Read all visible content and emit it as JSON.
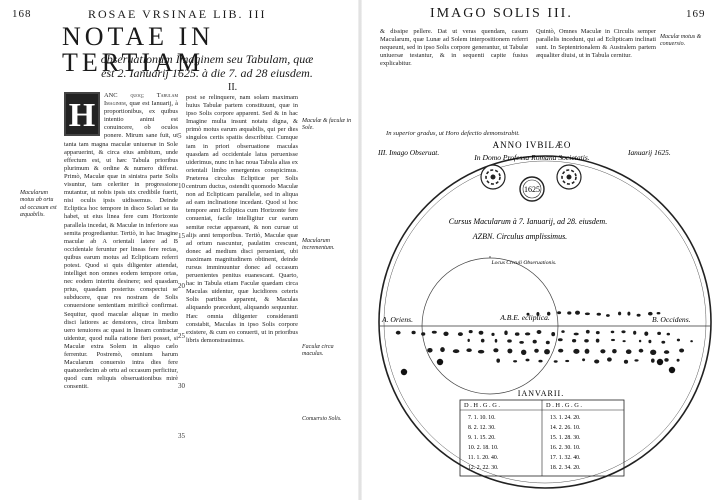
{
  "left": {
    "page_number": "168",
    "running_head": "ROSAE VRSINAE LIB. III",
    "title": "NOTAE IN TERTIAM",
    "subtitle_1": "obseruationum Imaginem seu Tabulam, quæ",
    "subtitle_2": "est 2. Ianuarij 1625. à die 7. ad 28 eiusdem.",
    "section_num": "II.",
    "drop_cap": "H",
    "first_words": "ANC quoq; Tabulam Imaginem,",
    "col1_text": "quæ est Ianuarij, à proportionibus, ex quibus intentio animi est conuincere, ob oculos ponere. Mirum sane fuit, ut tanta tam magna maculæ uniuersæ in Sole apparuerint, & circa eius ambitum, unde effectum est, ut hæc Tabula prioribus plurimum & ordine & numero differat. Primò, Maculæ quæ in sinistra parte Solis visuntur, tam celeriter in progressione mutantur, ut nobis ipsis uix credibile fuerit, nisi oculis ipsis uidissemus. Deinde Ecliptica hoc tempore in disco Solari se ita habet, ut eius linea fere cum Horizonte parallela incedat, & Maculæ in inferiore sua semita progrediantur. Tertiò, in hac Imagine maculæ ab A orientali latere ad B occidentale feruntur per lineas fere rectas, quibus earum motus ad Eclipticam referri potest. Quod si quis diligenter attendat, intelliget non omnes eodem tempore ortas, nec eodem interitu desinere; sed quasdam prius, quasdam posterius conspectui se subducere, quæ res nostram de Solis conuersione sententiam mirificè confirmat. Sequitur, quod maculæ aliquæ in medio disci latiores ac densiores, circa limbum uero tenuiores ac quasi in lineam contractæ uidentur, quod nulla ratione fieri posset, si Maculæ extra Solem in aliquo cælo ferrentur. Postremò, omnium harum Macularum conuersio intra dies fere quatuordecim ab ortu ad occasum perficitur, quod cum reliquis obseruationibus mirè consentit.",
    "col2_text": "post se relinquere, nam solam maximam huius Tabulæ partem constituunt, quæ in ipso Solis corpore apparent. Sed & in hac Imagine multa insunt notatu digna, & primò motus earum æquabilis, qui per dies singulos certis spatiis describitur. Cumque iam in priori obseruatione maculas quasdam ad occidentale latus peruenisse uiderimus, nunc in hac noua Tabula alias ex orientali limbo emergentes conspicimus. Præterea circulus Eclipticæ per Solis centrum ductus, ostendit quomodo Maculæ non ad Eclipticam parallelæ, sed in aliqua ad eam inclinatione incedant. Quod si hoc tempore anni Ecliptica cum Horizonte fere conueniat, facile intelligitur cur earum semitæ rectæ appareant, & non curuæ ut alijs anni temporibus. Tertiò, Maculæ quæ ad ortum nascuntur, paulatim crescunt, donec ad medium disci perueniant, ubi maximam magnitudinem obtinent, deinde rursus imminuuntur donec ad occasum peruenientes penitus euanescant. Quarto, hac in Tabula etiam Faculæ quædam circa Maculas uidentur, quæ lucidiores ceteris Solis partibus apparent, & Maculas aliquando præcedunt, aliquando sequuntur. Hæc omnia diligenter consideranti constabit, Maculas in ipso Solis corpore existere, & cum eo conuerti, ut in prioribus libris demonstrauimus.",
    "margin_left_1": "Macularum motus ab ortu ad occasum est æquabilis.",
    "margin_right_1": "Maculæ & faculæ in Sole.",
    "margin_right_2": "Macularum incrementum.",
    "margin_right_3": "Faculæ circa maculas.",
    "margin_right_4": "Conuersio Solis.",
    "line_numbers": [
      "5",
      "10",
      "15",
      "20",
      "25",
      "30",
      "35"
    ]
  },
  "right": {
    "running_head": "IMAGO SOLIS III.",
    "page_number": "169",
    "col1_text": "& dissipe pellere. Dat ut veras quendam, casum Macularum, quæ Lunæ ad Solem interpositionem referri nequeunt, sed in ipso Solis corpore generantur, ut Tabulæ uniuersæ testantur, & in sequenti capite fusius explicabitur.",
    "col2_text": "Quintò, Omnes Maculæ in Circulis semper parallelis incedunt, qui ad Eclipticam inclinati sunt. In Septentrionalem & Australem partem æqualiter diuisi, ut in Tabula cernitur.",
    "bottom_line": "In superior gradus, ut Horo defectio demonstrabit.",
    "margin_note": "Maculæ motus & conuersio.",
    "fig_label_left": "III. Imago Obseruat.",
    "fig_label_right": "Ianuarij 1625.",
    "fig_title_1": "ANNO IVBILÆO",
    "fig_title_2": "In Domo Professa Romana Societatis.",
    "fig_seal_year": "1625",
    "fig_sub_1": "Cursus Macularum à 7. Ianuarij, ad 28. eiusdem.",
    "fig_sub_2": "AZBN. Circulus amplissimus.",
    "inner_label": "Locus Circuli Obseruationis.",
    "ecliptic_label": "A.B.E. ecliptica.",
    "orient_label": "A. Oriens.",
    "occident_label": "B. Occidens.",
    "table_title": "IANVARII.",
    "table_head_left": "D . H . G . G .",
    "table_head_right": "D . H . G . G .",
    "table_rows_left": [
      "7. 1. 10. 10.",
      "8. 2. 12. 30.",
      "9. 1. 15. 20.",
      "10. 2. 18. 10.",
      "11. 1. 20. 40.",
      "12. 2. 22. 30."
    ],
    "table_rows_right": [
      "13. 1. 24. 20.",
      "14. 2. 26. 10.",
      "15. 1. 28. 30.",
      "16. 2. 30. 10.",
      "17. 1. 32. 40.",
      "18. 2. 34. 20."
    ]
  }
}
